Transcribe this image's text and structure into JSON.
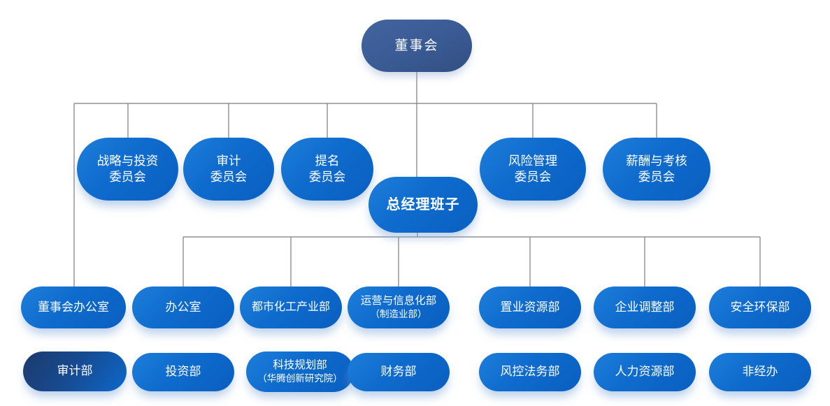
{
  "org": {
    "board": {
      "label": "董事会"
    },
    "committees": [
      {
        "line1": "战略与投资",
        "line2": "委员会"
      },
      {
        "line1": "审计",
        "line2": "委员会"
      },
      {
        "line1": "提名",
        "line2": "委员会"
      },
      {
        "line1": "风险管理",
        "line2": "委员会"
      },
      {
        "line1": "薪酬与考核",
        "line2": "委员会"
      }
    ],
    "general_manager": {
      "label": "总经理班子"
    },
    "departments_row1": [
      {
        "label": "董事会办公室"
      },
      {
        "label": "办公室"
      },
      {
        "label": "都市化工产业部"
      },
      {
        "label": "运营与信息化部",
        "sublabel": "（制造业部）"
      },
      {
        "label": "置业资源部"
      },
      {
        "label": "企业调整部"
      },
      {
        "label": "安全环保部"
      }
    ],
    "departments_row2": [
      {
        "label": "审计部"
      },
      {
        "label": "投资部"
      },
      {
        "label": "科技规划部",
        "sublabel": "（华腾创新研究院）"
      },
      {
        "label": "财务部"
      },
      {
        "label": "风控法务部"
      },
      {
        "label": "人力资源部"
      },
      {
        "label": "非经办"
      }
    ],
    "colors": {
      "node_blue_light": "#1e7dda",
      "node_blue_dark": "#0a5fc0",
      "board_navy": "#3a5a94",
      "audit_dark_navy": "#1d3b6c",
      "connector_gray": "#7c7c7c",
      "text": "#ffffff"
    }
  }
}
